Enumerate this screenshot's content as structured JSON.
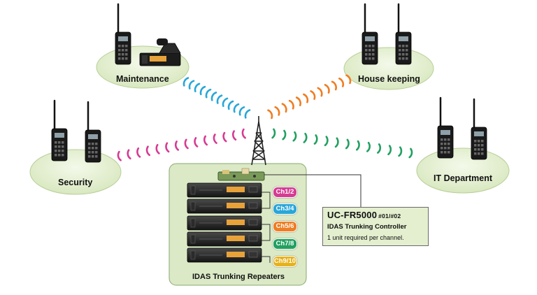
{
  "groups": {
    "maintenance": "Maintenance",
    "housekeeping": "House keeping",
    "security": "Security",
    "it": "IT Department"
  },
  "repeaters_label": "IDAS Trunking Repeaters",
  "channels": [
    {
      "label": "Ch1/2",
      "color": "#d63b93"
    },
    {
      "label": "Ch3/4",
      "color": "#29a6d8"
    },
    {
      "label": "Ch5/6",
      "color": "#ef7d22"
    },
    {
      "label": "Ch7/8",
      "color": "#21a060"
    },
    {
      "label": "Ch9/10",
      "color": "#e6b21c"
    }
  ],
  "controller": {
    "model": "UC-FR5000",
    "model_suffix": "#01/#02",
    "title": "IDAS Trunking Controller",
    "note": "1 unit required per channel."
  },
  "colors": {
    "group_ellipse": "#e6f0d4",
    "repeater_box": "#dbe9c6",
    "wave_blue": "#29a6d8",
    "wave_orange": "#ef7d22",
    "wave_magenta": "#d63b93",
    "wave_green": "#21a060"
  },
  "icons": [
    "handheld-radio-icon",
    "mobile-radio-icon",
    "antenna-tower-icon",
    "repeater-unit-icon",
    "controller-board-icon"
  ]
}
